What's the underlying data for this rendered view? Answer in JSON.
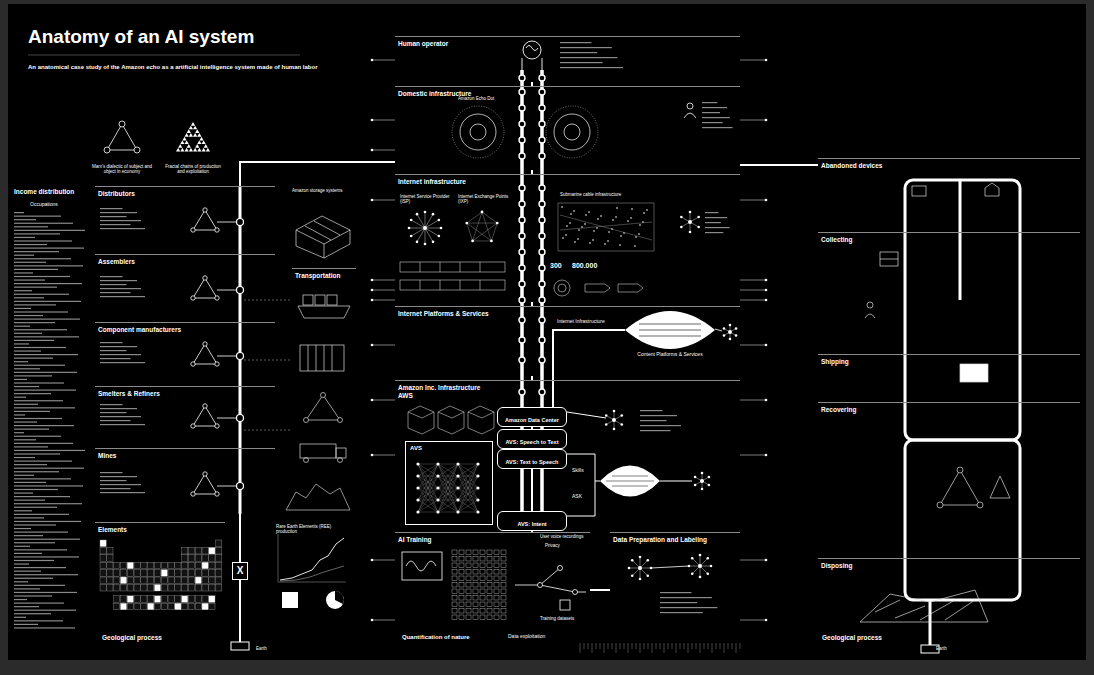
{
  "diagram": {
    "title": "Anatomy of an AI system",
    "caption": "An anatomical case study of the Amazon echo as a artificial intelligence system made of human labor",
    "nodes": [
      {
        "text": [
          "Distributors"
        ]
      },
      {
        "text": [
          "Assemblers"
        ]
      },
      {
        "text": [
          "Component manufacturers"
        ]
      },
      {
        "text": [
          "Smelters & Refiners"
        ]
      },
      {
        "text": [
          "Mines"
        ]
      },
      {
        "text": [
          "X"
        ]
      },
      {
        "text": [
          "Elements"
        ]
      },
      {
        "text": [
          "Transportation"
        ]
      },
      {
        "text": [
          "Human operator"
        ]
      },
      {
        "text": [
          "Domestic infrastructure"
        ]
      },
      {
        "text": [
          "Internet infrastructure"
        ]
      },
      {
        "text": [
          "Internet Platforms & Services"
        ]
      },
      {
        "text": [
          "Content Platforms & Services"
        ],
        "in": 11
      },
      {
        "text": [
          "Amazon Inc. Infrastructure",
          "AWS"
        ]
      },
      {
        "text": [
          "Amazon Data Center"
        ],
        "in": 13
      },
      {
        "text": [
          "AVS"
        ],
        "in": 13
      },
      {
        "text": [
          "AVS: Speech to Text"
        ],
        "in": 13
      },
      {
        "text": [
          "AVS: Text to Speech"
        ],
        "in": 13
      },
      {
        "text": [
          "AVS: Intent"
        ],
        "in": 13
      },
      {
        "text": [
          "AI Training"
        ]
      },
      {
        "text": [
          "Data Preparation and Labeling"
        ]
      },
      {
        "text": [
          "Abandoned devices"
        ]
      },
      {
        "text": [
          "Collecting"
        ]
      },
      {
        "text": [
          "Shipping"
        ]
      },
      {
        "text": [
          "Recovering"
        ]
      },
      {
        "text": [
          "Disposing"
        ]
      }
    ],
    "edges": [
      {
        "from": 0,
        "to": 1,
        "arrow": "none"
      },
      {
        "from": 1,
        "to": 2,
        "arrow": "none"
      },
      {
        "from": 2,
        "to": 3,
        "arrow": "none"
      },
      {
        "from": 3,
        "to": 4,
        "arrow": "none"
      },
      {
        "from": 4,
        "to": 5,
        "arrow": "none"
      },
      {
        "from": 9,
        "to": 0,
        "arrow": "none"
      },
      {
        "from": 8,
        "to": 9,
        "arrow": "none"
      },
      {
        "from": 9,
        "to": 10,
        "arrow": "none"
      },
      {
        "from": 10,
        "to": 11,
        "arrow": "none"
      },
      {
        "from": 11,
        "to": 13,
        "arrow": "none"
      },
      {
        "from": 14,
        "to": 12,
        "label": "Internet Infrastructure",
        "arrow": "none"
      },
      {
        "from": 14,
        "to": 16,
        "arrow": "none"
      },
      {
        "from": 16,
        "to": 17,
        "arrow": "none"
      },
      {
        "from": 17,
        "to": 18,
        "arrow": "none"
      },
      {
        "from": 18,
        "to": 19,
        "arrow": "none"
      },
      {
        "from": 19,
        "to": 20,
        "arrow": "none"
      },
      {
        "from": 9,
        "to": 21,
        "arrow": "none"
      },
      {
        "from": 21,
        "to": 22,
        "arrow": "none"
      },
      {
        "from": 22,
        "to": 23,
        "arrow": "none"
      },
      {
        "from": 23,
        "to": 24,
        "arrow": "none"
      },
      {
        "from": 24,
        "to": 25,
        "arrow": "none"
      }
    ],
    "labels": [
      "Marx's dialectic of subject and object in economy",
      "Fractal chains of production and exploitation",
      "Income distribution",
      "Occupations",
      "Amazon storage systems",
      "Rare Earth Elements (REE) production",
      "Geological process",
      "Earth",
      "Amazon Echo Dot",
      "Internet Service Provider (ISP)",
      "Internet Exchange Points (IXP)",
      "Submarine cable infrastructure",
      "300",
      "800.000",
      "Skills",
      "ASK",
      "User voice recordings",
      "Privacy",
      "Training datasets",
      "Quantification of nature",
      "Data exploitation",
      "Geological process",
      "Earth"
    ]
  }
}
